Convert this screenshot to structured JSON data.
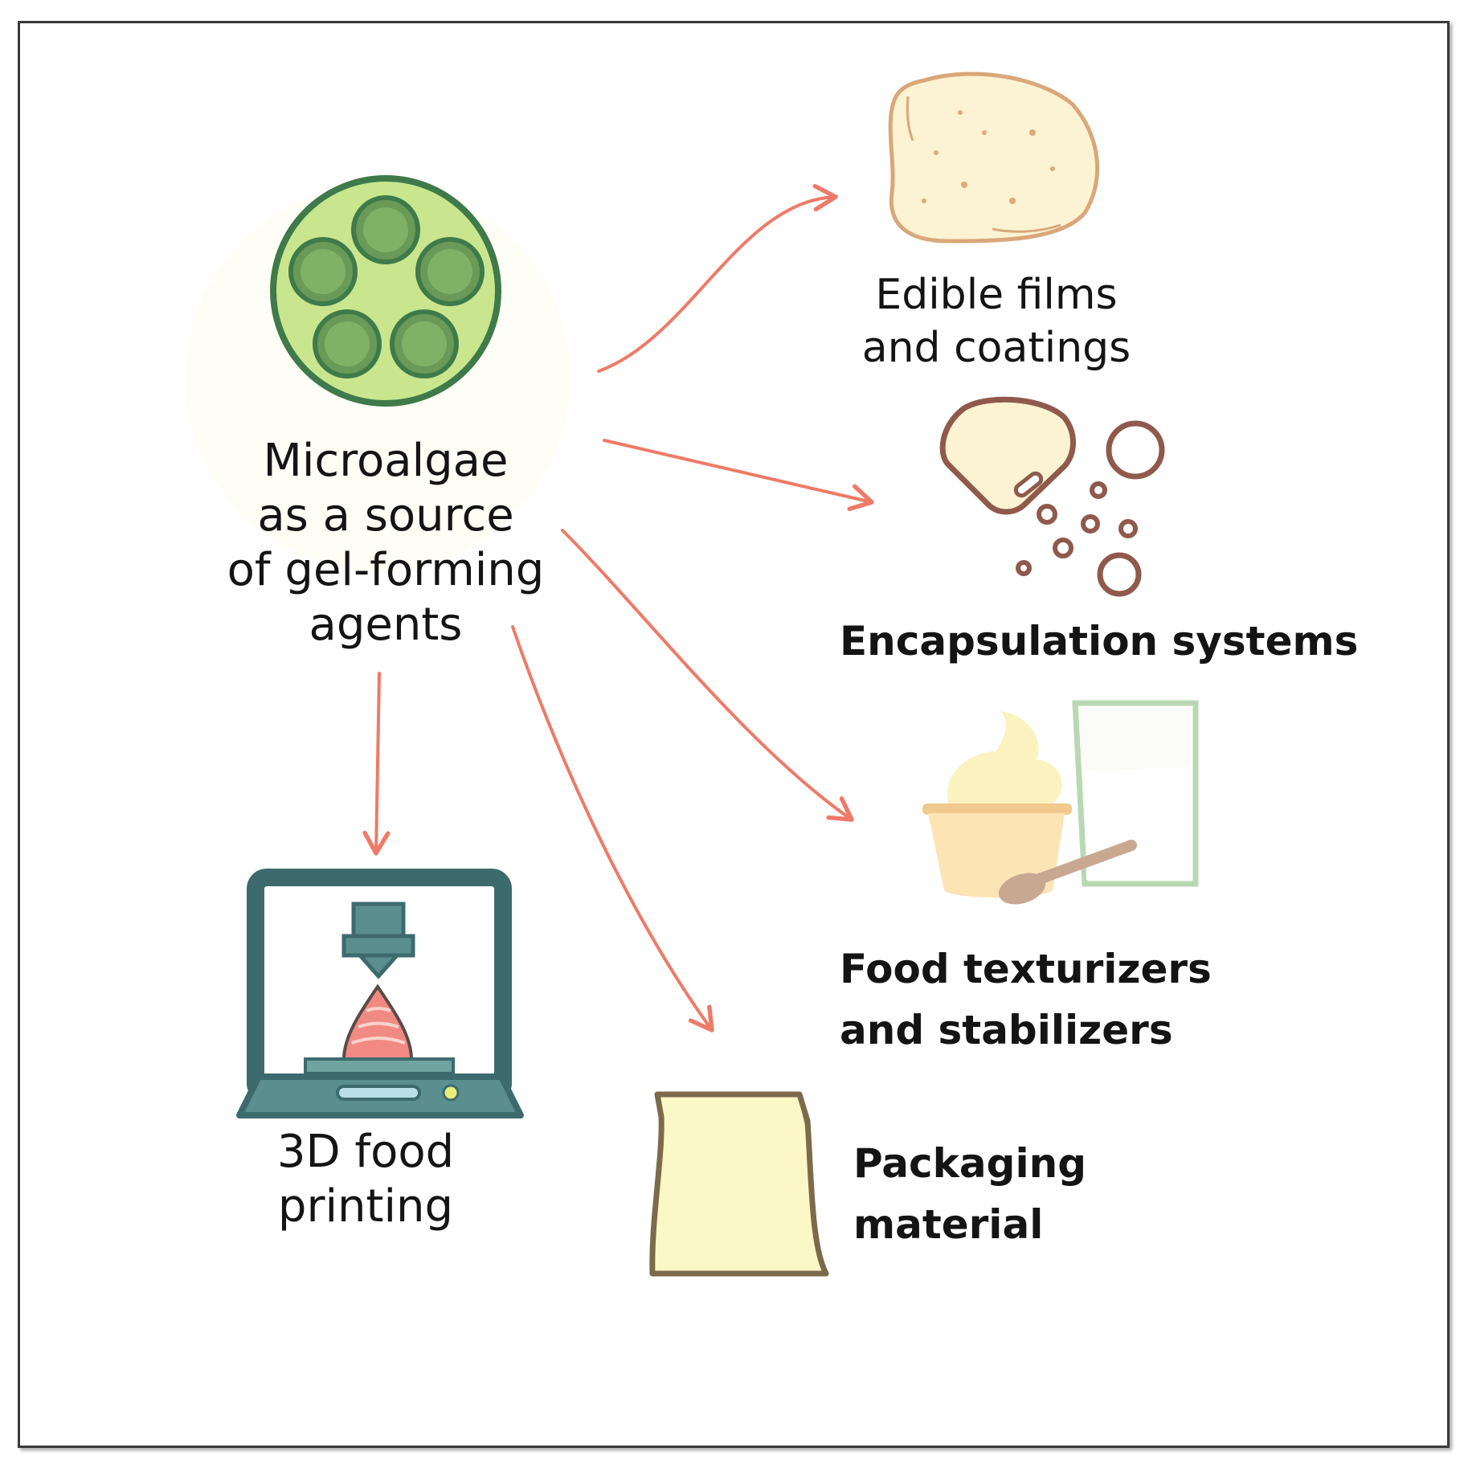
{
  "diagram": {
    "source": {
      "lines": [
        "Microalgae",
        "as a source",
        "of gel-forming",
        "agents"
      ]
    },
    "applications": {
      "edible_films": {
        "lines": [
          "Edible films",
          "and coatings"
        ]
      },
      "encapsulation": {
        "lines": [
          "Encapsulation systems"
        ]
      },
      "texturizers": {
        "lines": [
          "Food texturizers",
          "and stabilizers"
        ]
      },
      "packaging": {
        "lines": [
          "Packaging",
          "material"
        ]
      },
      "printing": {
        "lines": [
          "3D food",
          "printing"
        ]
      }
    },
    "colors": {
      "arrow": "#ee7a68",
      "cell_outer": "#3f7a4a",
      "cell_fill": "#c9e68e",
      "cell_inner": "#6a9a57",
      "printer": "#3d6b6d",
      "film_fill": "#fbf3d2",
      "film_stroke": "#d9a77a",
      "capsule_stroke": "#8f5a4c",
      "pack_fill": "#fbf7c6",
      "pack_stroke": "#7c6a4a"
    }
  }
}
